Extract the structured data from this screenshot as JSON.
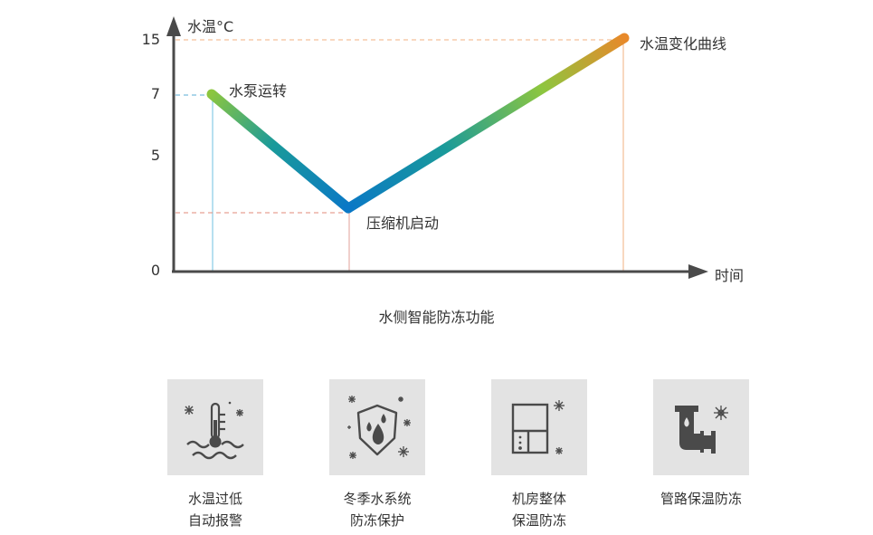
{
  "chart_data": {
    "type": "line",
    "title": "水侧智能防冻功能",
    "xlabel": "时间",
    "ylabel": "水温°C",
    "y_ticks": [
      "15",
      "7",
      "5",
      "0"
    ],
    "x": [
      "水泵运转",
      "压缩机启动",
      "水温变化曲线"
    ],
    "series": [
      {
        "name": "水温变化曲线",
        "values": [
          7,
          2.5,
          15
        ]
      }
    ],
    "annotations": [
      "水泵运转",
      "压缩机启动",
      "水温变化曲线"
    ],
    "gradient_colors": [
      "#8cc63f",
      "#0a7bc4",
      "#8dc63f",
      "#e8892a"
    ],
    "guide_colors": {
      "pump": "#5aaed6",
      "compressor": "#e08a7a",
      "end": "#f0b080"
    }
  },
  "chart": {
    "y_axis_label": "水温°C",
    "x_axis_label": "时间",
    "ticks": {
      "t15": "15",
      "t7": "7",
      "t5": "5",
      "t0": "0"
    },
    "points": {
      "pump": "水泵运转",
      "compressor": "压缩机启动",
      "curve": "水温变化曲线"
    }
  },
  "caption": "水侧智能防冻功能",
  "features": [
    {
      "icon": "thermometer-waves-icon",
      "line1": "水温过低",
      "line2": "自动报警"
    },
    {
      "icon": "shield-droplets-icon",
      "line1": "冬季水系统",
      "line2": "防冻保护"
    },
    {
      "icon": "machine-room-icon",
      "line1": "机房整体",
      "line2": "保温防冻"
    },
    {
      "icon": "pipe-snowflake-icon",
      "line1": "管路保温防冻",
      "line2": ""
    }
  ]
}
